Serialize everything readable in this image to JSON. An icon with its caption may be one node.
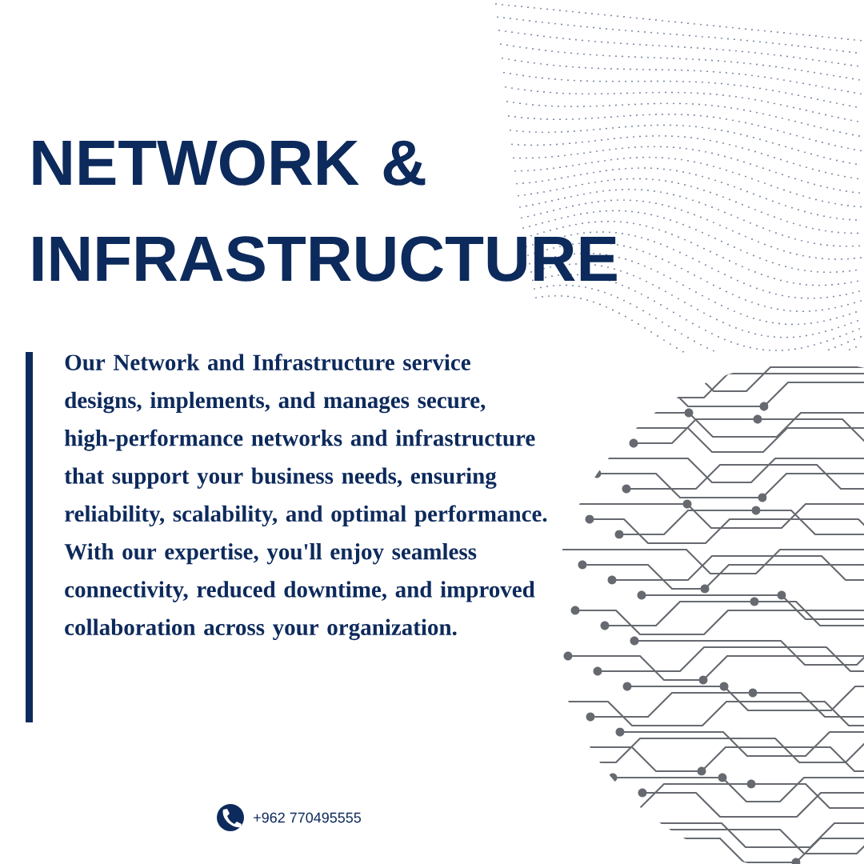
{
  "diagram": {
    "title": "NETWORK & INFRASTRUCTURE",
    "labels": [
      "Our Network and Infrastructure service designs, implements, and manages secure, high-performance networks and infrastructure that support your business needs, ensuring reliability, scalability, and optimal performance. With our expertise, you'll enjoy seamless connectivity, reduced downtime, and improved collaboration across your organization.",
      "+962 770495555"
    ]
  }
}
